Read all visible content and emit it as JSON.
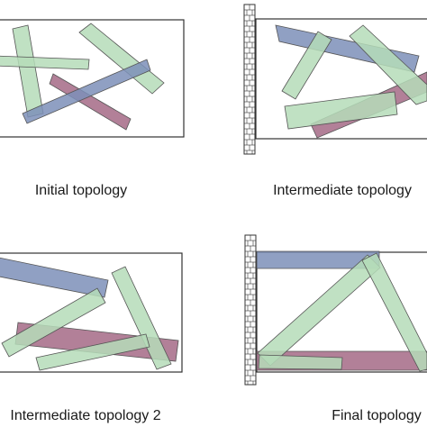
{
  "captions": {
    "initial": "Initial topology",
    "intermediate": "Intermediate topology",
    "intermediate2": "Intermediate topology 2",
    "final": "Final topology"
  },
  "colors": {
    "frame": "#333333",
    "wall_fill": "#ffffff",
    "wall_stroke": "#333333",
    "green": "#b5dcb8",
    "blue": "#7d8fb8",
    "red": "#a46a86",
    "outline": "#555555"
  },
  "legend_words": {
    "members": [
      "green",
      "blue",
      "red"
    ]
  }
}
